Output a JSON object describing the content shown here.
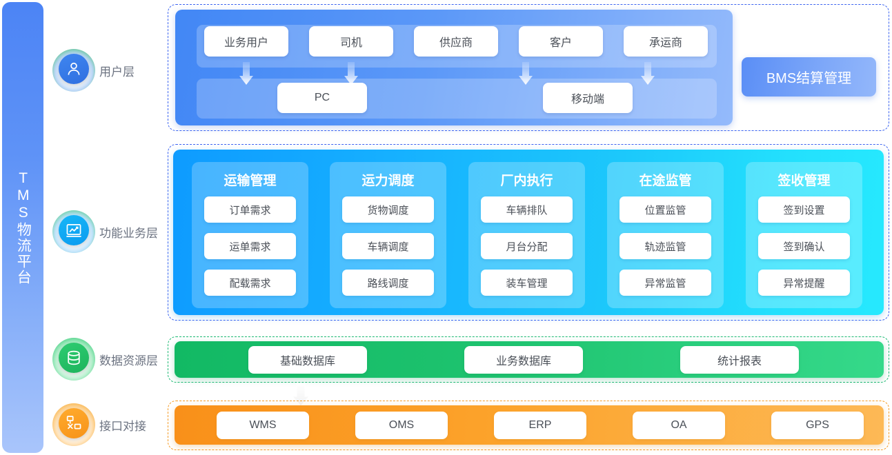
{
  "platform": {
    "name": "TMS物流平台",
    "name_spaced": "T\nM\nS\n物\n流\n平\n台",
    "bar_color_top": "#4c84f5",
    "bar_color_bottom": "#a9c5fb"
  },
  "layers": [
    {
      "id": "user",
      "label": "用户层",
      "icon": "user-icon",
      "accent": "#3f86f0"
    },
    {
      "id": "func",
      "label": "功能业务层",
      "icon": "chart-icon",
      "accent": "#0a9bf0"
    },
    {
      "id": "data",
      "label": "数据资源层",
      "icon": "database-icon",
      "accent": "#1db45c"
    },
    {
      "id": "api",
      "label": "接口对接",
      "icon": "interface-icon",
      "accent": "#f79318"
    }
  ],
  "user_layer": {
    "roles": [
      "业务用户",
      "司机",
      "供应商",
      "客户",
      "承运商"
    ],
    "terminals": [
      "PC",
      "移动端"
    ],
    "panel_color_start": "#4287f5",
    "panel_color_end": "#94bafb"
  },
  "bms": {
    "label": "BMS结算管理",
    "color_start": "#5a8ef6",
    "color_end": "#93b7fa"
  },
  "function_layer": {
    "panel_color_start": "#0e9bff",
    "panel_color_end": "#26e9fe",
    "columns": [
      {
        "title": "运输管理",
        "items": [
          "订单需求",
          "运单需求",
          "配载需求"
        ]
      },
      {
        "title": "运力调度",
        "items": [
          "货物调度",
          "车辆调度",
          "路线调度"
        ]
      },
      {
        "title": "厂内执行",
        "items": [
          "车辆排队",
          "月台分配",
          "装车管理"
        ]
      },
      {
        "title": "在途监管",
        "items": [
          "位置监管",
          "轨迹监管",
          "异常监管"
        ]
      },
      {
        "title": "签收管理",
        "items": [
          "签到设置",
          "签到确认",
          "异常提醒"
        ]
      }
    ]
  },
  "data_layer": {
    "items": [
      "基础数据库",
      "业务数据库",
      "统计报表"
    ],
    "bar_color_start": "#12b964",
    "bar_color_end": "#35d98a"
  },
  "api_layer": {
    "items": [
      "WMS",
      "OMS",
      "ERP",
      "OA",
      "GPS"
    ],
    "bar_color_start": "#f99019",
    "bar_color_end": "#fdb956"
  }
}
